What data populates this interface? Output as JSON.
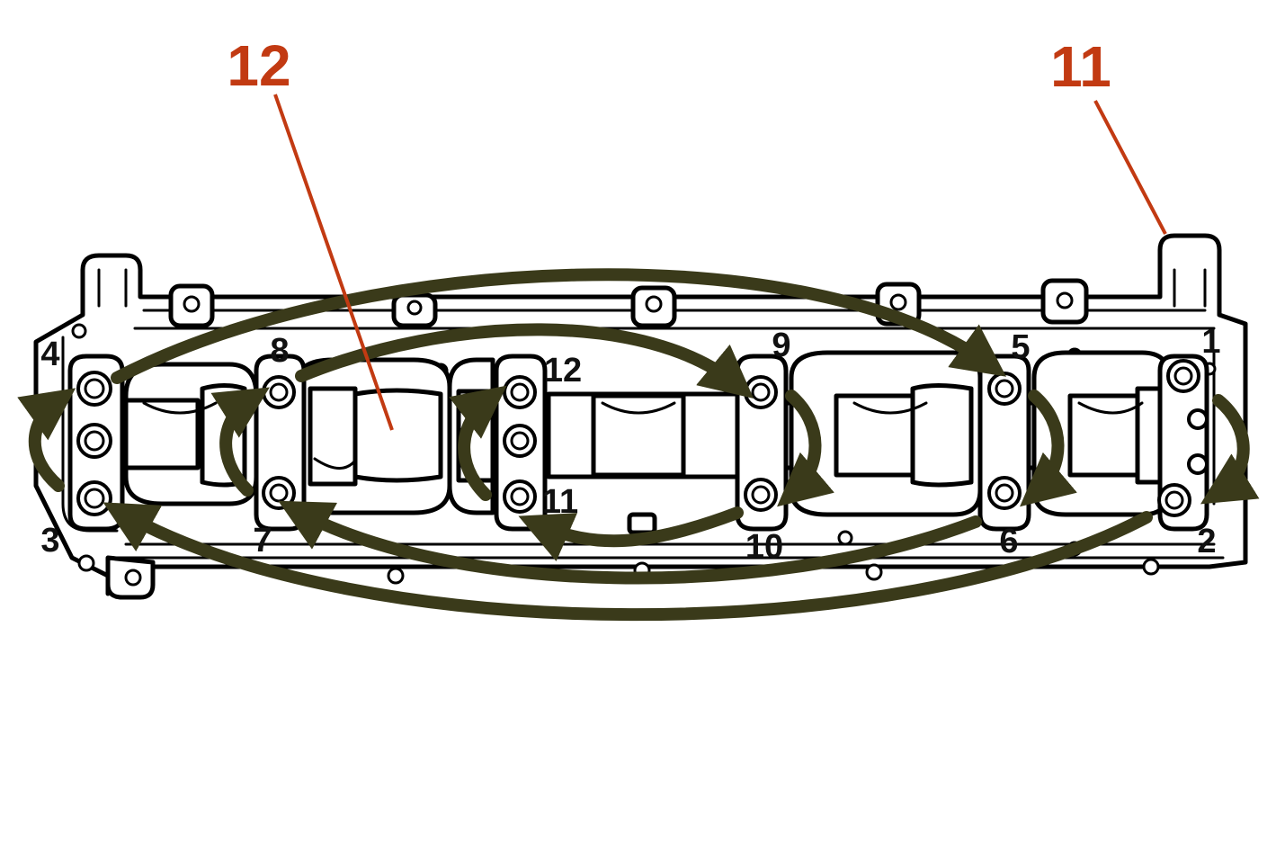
{
  "callouts": [
    {
      "id": "camshaft",
      "label": "12"
    },
    {
      "id": "housing",
      "label": "11"
    }
  ],
  "sequence_labels": [
    "1",
    "2",
    "3",
    "4",
    "5",
    "6",
    "7",
    "8",
    "9",
    "10",
    "11",
    "12"
  ],
  "colors": {
    "callout": "#c23a12",
    "arrow": "#3a3a1a",
    "line": "#000000",
    "background": "#ffffff"
  }
}
